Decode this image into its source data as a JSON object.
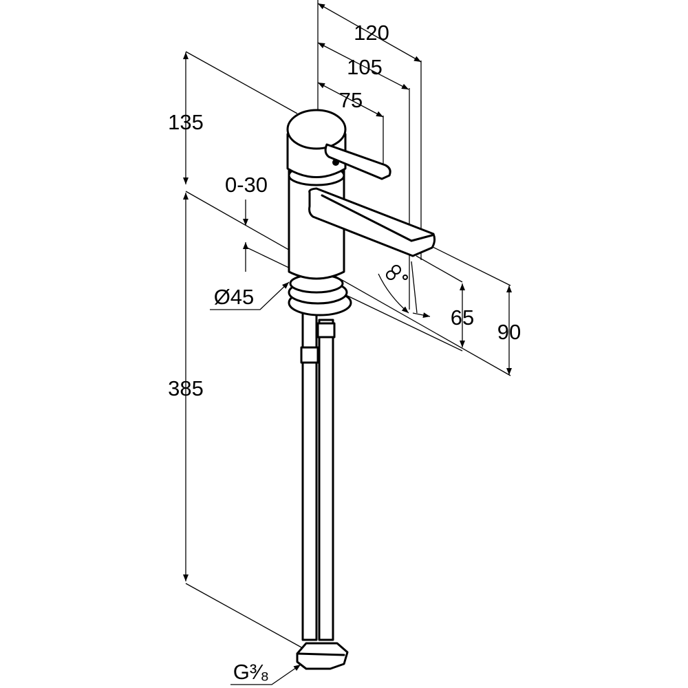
{
  "drawing": {
    "dimensions": {
      "height_top": "135",
      "height_total": "385",
      "width_120": "120",
      "width_105": "105",
      "width_75": "75",
      "angle_range": "0-30",
      "diameter": "Ø45",
      "spout_height_65": "65",
      "spout_height_90": "90",
      "connection": "G³⁄₈"
    },
    "colors": {
      "line": "#000000",
      "background": "#ffffff"
    }
  }
}
